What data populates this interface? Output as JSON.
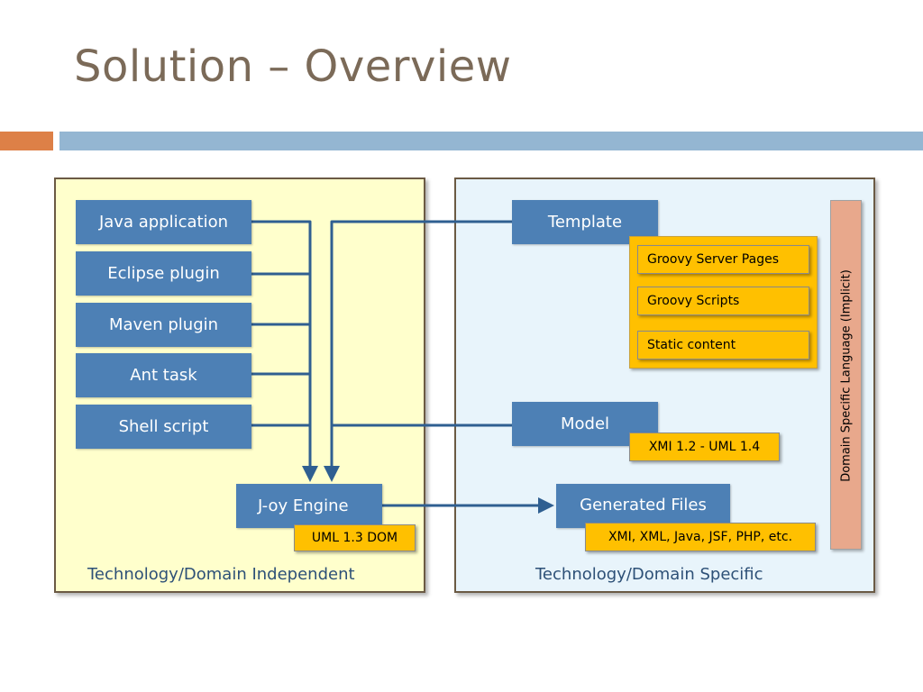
{
  "slide": {
    "title": "Solution – Overview"
  },
  "left_panel": {
    "caption": "Technology/Domain Independent",
    "launchers": [
      "Java application",
      "Eclipse plugin",
      "Maven plugin",
      "Ant task",
      "Shell script"
    ],
    "engine": "J-oy Engine",
    "engine_note": "UML 1.3 DOM"
  },
  "right_panel": {
    "caption": "Technology/Domain Specific",
    "template": "Template",
    "template_items": [
      "Groovy Server Pages",
      "Groovy Scripts",
      "Static content"
    ],
    "model": "Model",
    "model_note": "XMI 1.2 - UML 1.4",
    "generated": "Generated Files",
    "generated_note": "XMI, XML, Java, JSF, PHP, etc.",
    "dsl_label": "Domain Specific Language (Implicit)"
  },
  "colors": {
    "title": "#7b6a58",
    "box_blue": "#4d80b5",
    "box_yellow": "#ffc000",
    "arrow": "#2f5f91"
  }
}
